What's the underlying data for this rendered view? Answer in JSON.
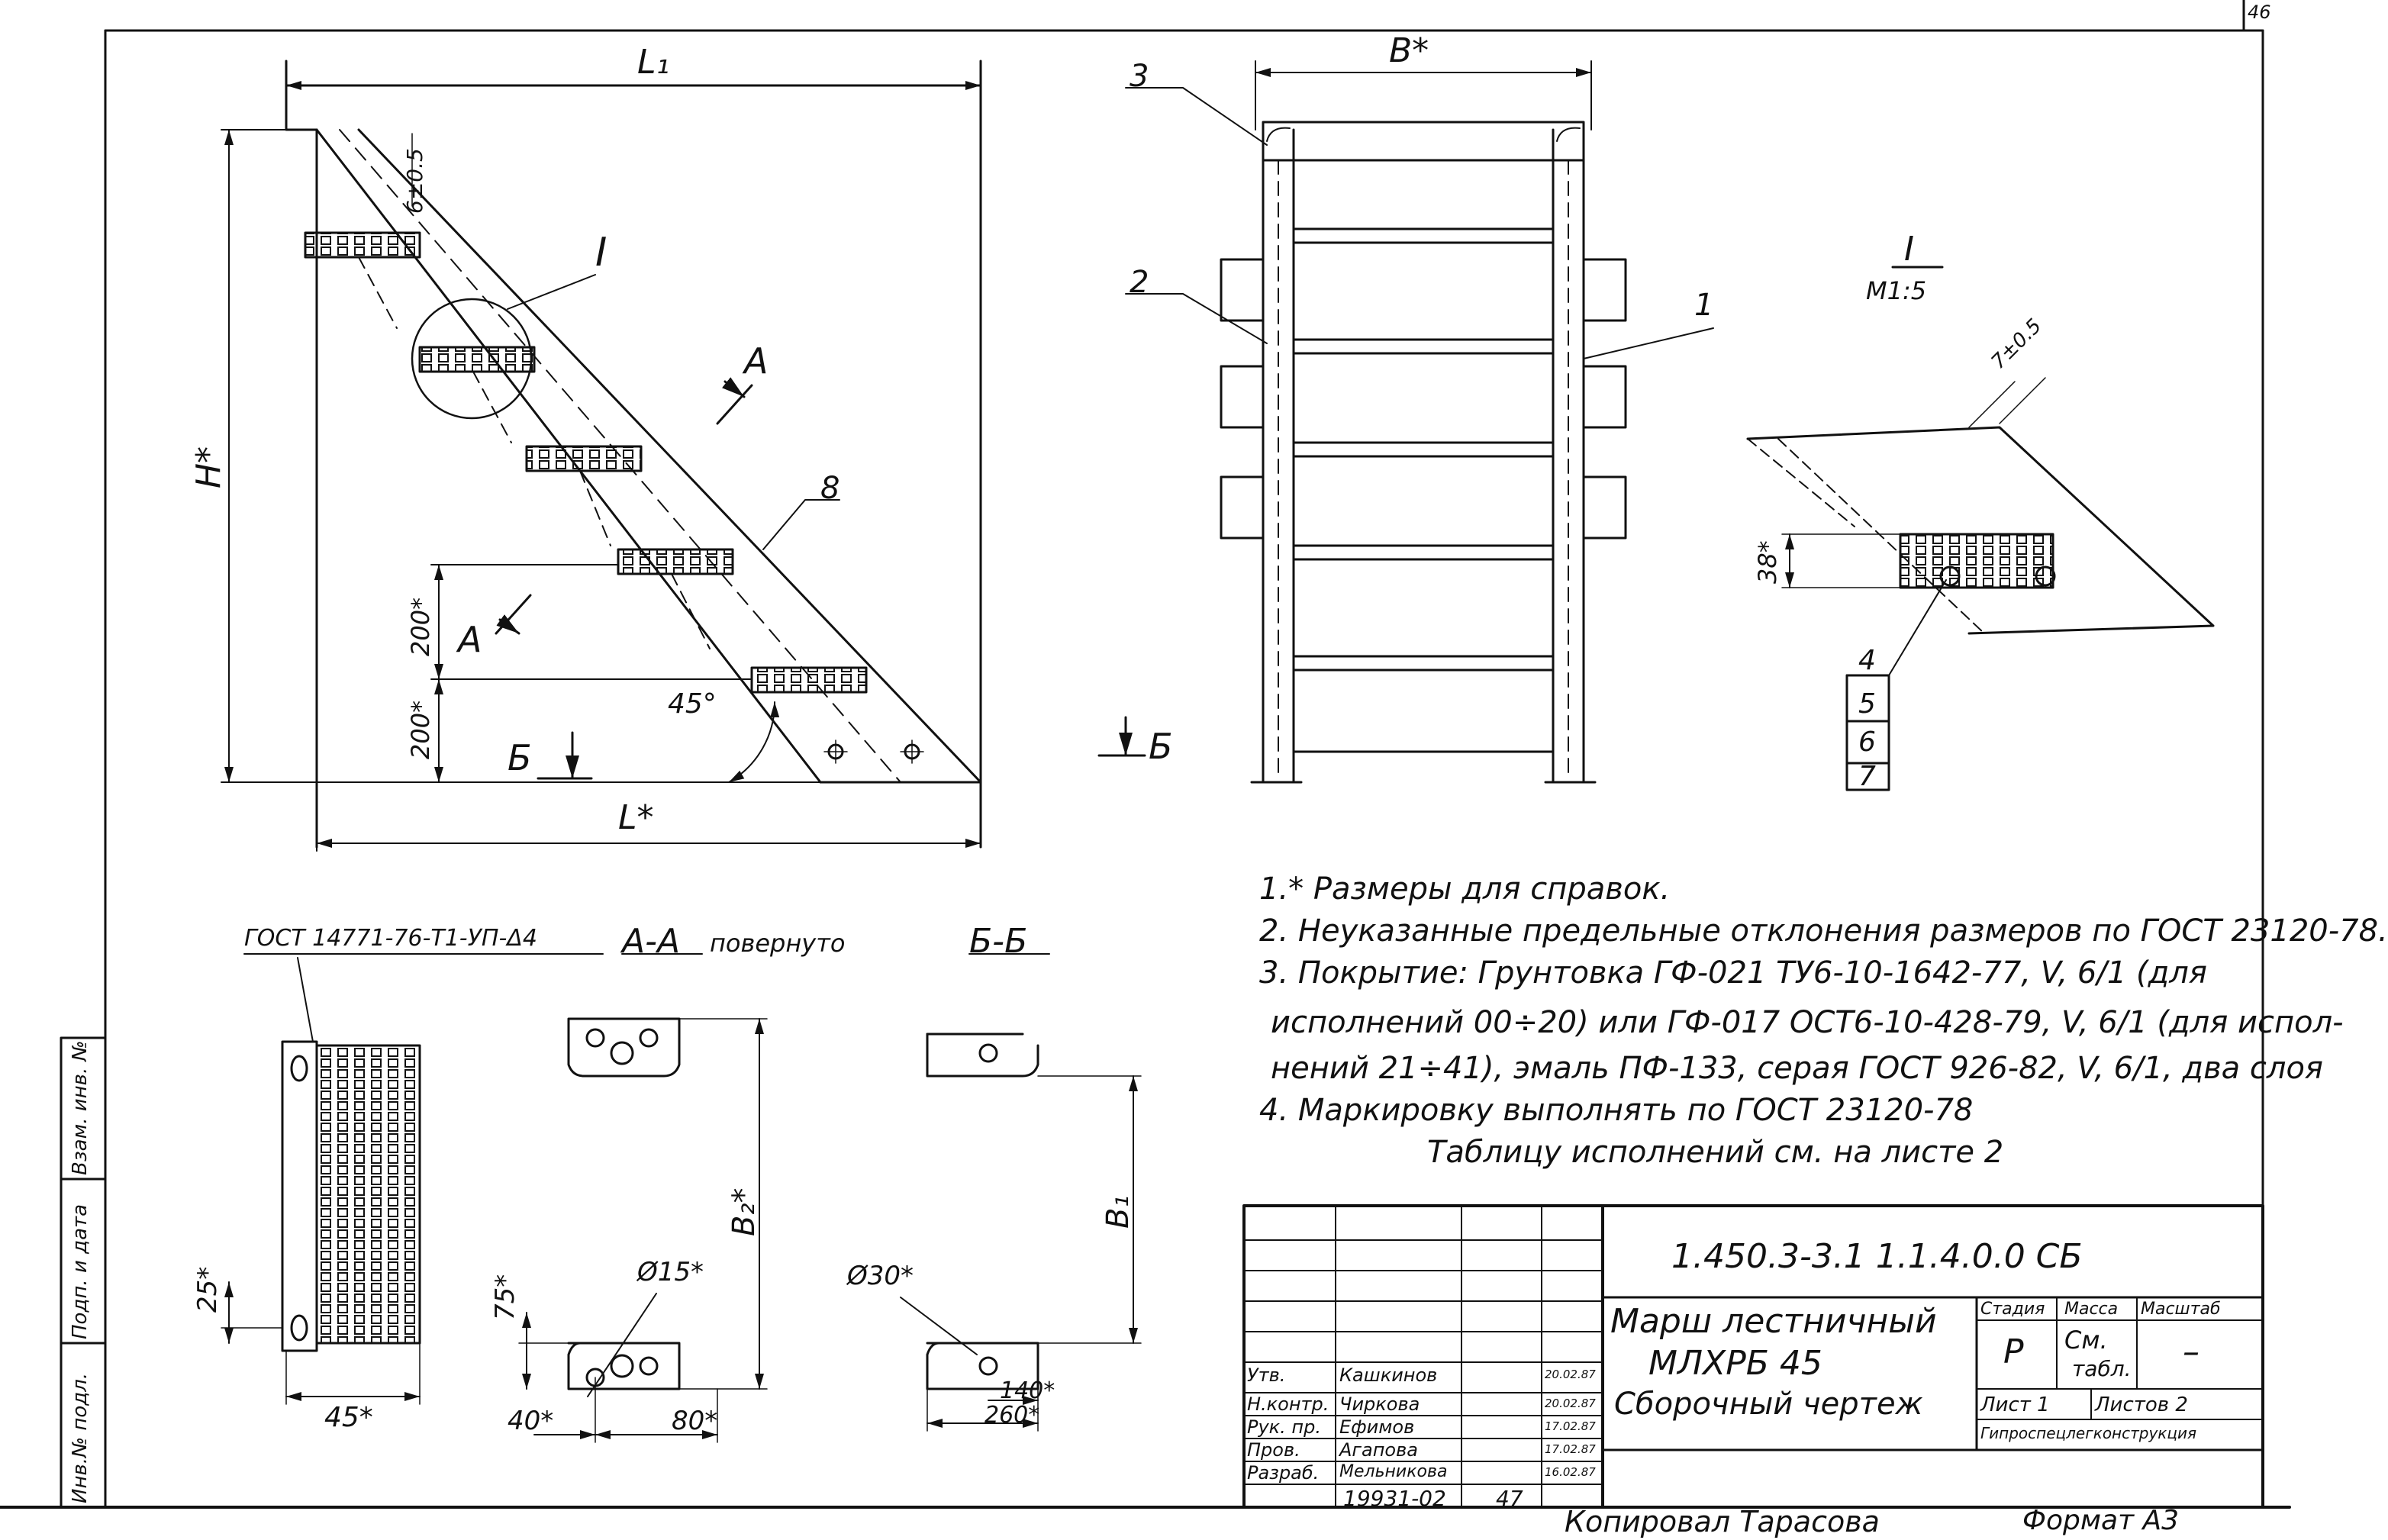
{
  "sheet": {
    "number": "46",
    "format": "Формат А3",
    "copied_by": "Копировал Тарасова",
    "archive_no": "19931-02",
    "archive_page": "47"
  },
  "side_view": {
    "top_length": "L₁",
    "bottom_length": "L*",
    "height": "H*",
    "gap": "6±0.5",
    "step_200a": "200*",
    "step_200b": "200*",
    "angle": "45°",
    "detail_mark": "I",
    "section_a": "A",
    "section_a2": "A",
    "section_b": "Б",
    "callout_8": "8"
  },
  "front_view": {
    "width": "B*",
    "callout_1": "1",
    "callout_2": "2",
    "callout_3": "3",
    "section_b": "Б"
  },
  "detail_view": {
    "title": "I",
    "scale": "М1:5",
    "gap": "7±0.5",
    "dim_38": "38*",
    "callouts": [
      "4",
      "5",
      "6",
      "7"
    ]
  },
  "grating_view": {
    "spec": "ГОСТ 14771-76-Т1-УП-Δ4",
    "dim_25": "25*",
    "dim_45": "45*"
  },
  "section_aa": {
    "title": "А-А",
    "title_suffix": "повернуто",
    "dim_b2": "B₂*",
    "dim_75": "75*",
    "dim_d15": "Ø15*",
    "dim_40": "40*",
    "dim_80": "80*"
  },
  "section_bb": {
    "title": "Б-Б",
    "dim_b1": "B₁",
    "dim_d30": "Ø30*",
    "dim_140": "140*",
    "dim_260": "260*"
  },
  "notes": [
    "1.* Размеры для справок.",
    "2. Неуказанные предельные отклонения размеров по ГОСТ 23120-78.",
    "3. Покрытие:  Грунтовка ГФ-021 ТУ6-10-1642-77, V, 6/1 (для",
    "исполнений 00÷20) или ГФ-017  ОСТ6-10-428-79, V, 6/1 (для испол-",
    "нений 21÷41), эмаль ПФ-133, серая ГОСТ 926-82, V, 6/1, два слоя",
    "4. Маркировку выполнять по ГОСТ 23120-78",
    "Таблицу исполнений см. на листе 2"
  ],
  "title_block": {
    "designation": "1.450.3-3.1     1.1.4.0.0 СБ",
    "name_line1": "Марш лестничный",
    "name_line2": "МЛХРБ 45",
    "name_line3": "Сборочный чертеж",
    "stage_label": "Стадия",
    "mass_label": "Масса",
    "scale_label": "Масштаб",
    "stage_value": "Р",
    "mass_value_1": "См.",
    "mass_value_2": "табл.",
    "scale_value": "–",
    "sheet_label": "Лист 1",
    "sheets_label": "Листов 2",
    "organization": "Гипроспецлегконструкция",
    "signatures": [
      {
        "role": "Утв.",
        "name": "Кашкинов",
        "date": "20.02.87"
      },
      {
        "role": "Н.контр.",
        "name": "Чиркова",
        "date": "20.02.87"
      },
      {
        "role": "Рук. пр.",
        "name": "Ефимов",
        "date": "17.02.87"
      },
      {
        "role": "Пров.",
        "name": "Агапова",
        "date": "17.02.87"
      },
      {
        "role": "Разраб.",
        "name": "Мельникова",
        "date": "16.02.87"
      }
    ]
  },
  "side_stamp": {
    "inv_orig": "Инв.№ подл.",
    "sign_date": "Подп. и дата",
    "inv_repl": "Взам. инв. №"
  }
}
